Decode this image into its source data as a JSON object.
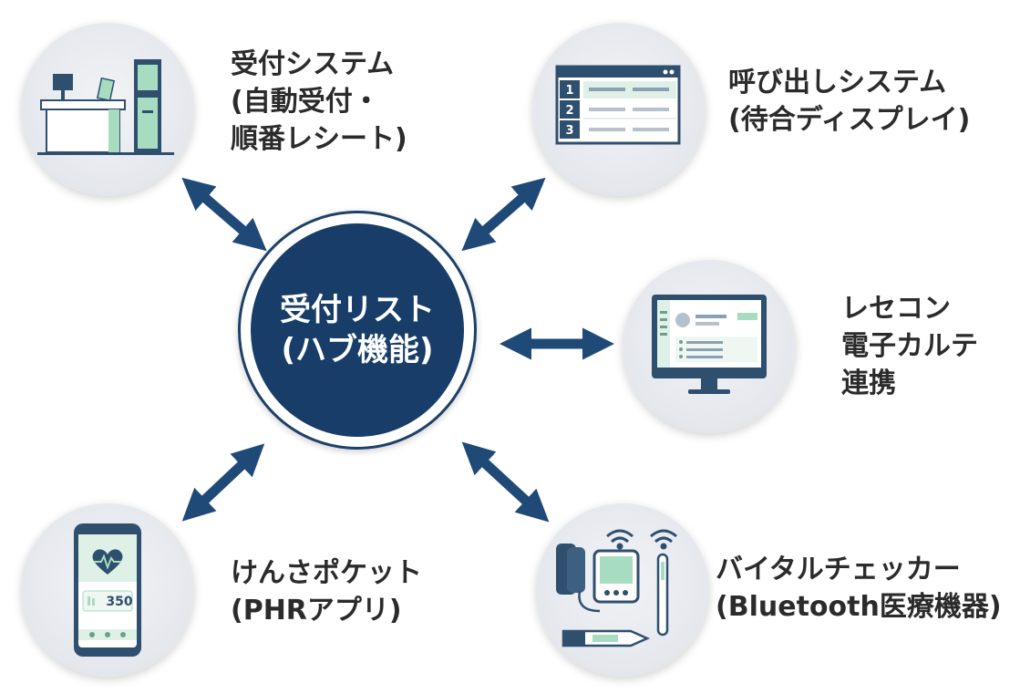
{
  "hub": {
    "line1": "受付リスト",
    "line2": "(ハブ機能)"
  },
  "nodes": {
    "reception": {
      "lines": [
        "受付システム",
        "(自動受付・",
        "順番レシート)"
      ]
    },
    "calling": {
      "lines": [
        "呼び出しシステム",
        "(待合ディスプレイ)"
      ]
    },
    "ehr": {
      "lines": [
        "レセコン",
        "電子カルテ",
        "連携"
      ]
    },
    "phr": {
      "lines": [
        "けんさポケット",
        "(PHRアプリ)"
      ],
      "app_value": "350"
    },
    "vitals": {
      "lines": [
        "バイタルチェッカー",
        "(Bluetooth医療機器)"
      ]
    }
  },
  "display_rows": [
    "1",
    "2",
    "3"
  ],
  "colors": {
    "hub": "#173d68",
    "arrow": "#1f4a78",
    "accent": "#a8dcc0",
    "text": "#2b2b2b"
  }
}
